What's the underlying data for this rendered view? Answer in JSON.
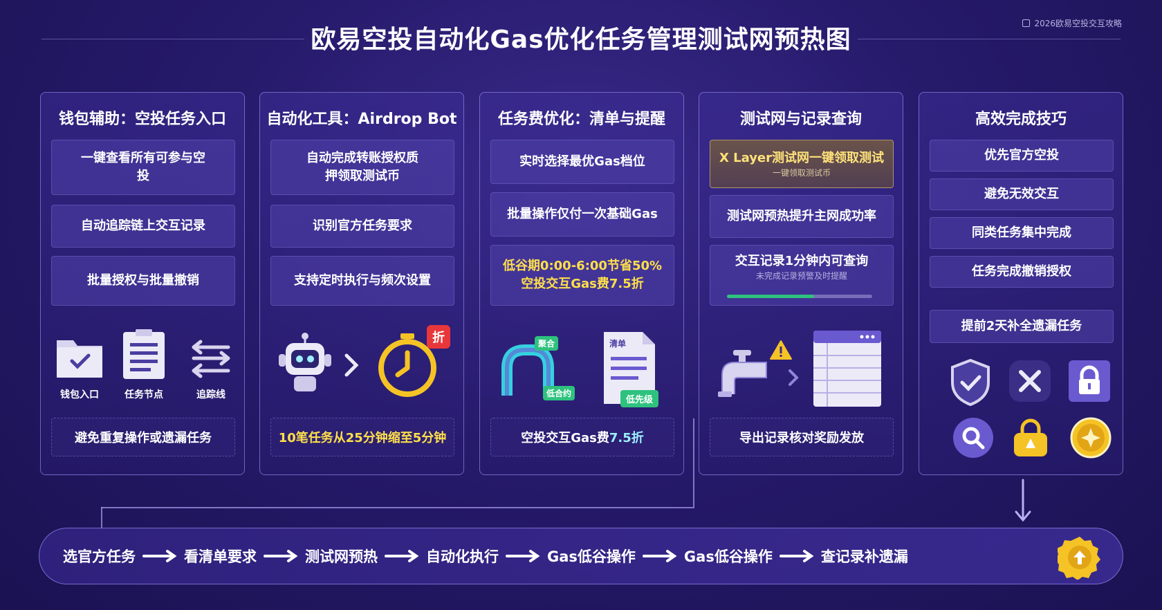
{
  "title": "欧易空投自动化Gas优化任务管理测试网预热图",
  "stamp": "2026欧易空投交互攻略",
  "panels": [
    {
      "title": "钱包辅助：空投任务入口",
      "items": [
        "一键查看所有可参与空投",
        "自动追踪链上交互记录",
        "批量授权与批量撤销"
      ],
      "icons": [
        "钱包入口",
        "任务节点",
        "追踪线"
      ],
      "footer": "避免重复操作或遗漏任务"
    },
    {
      "title": "自动化工具：Airdrop Bot",
      "items": [
        "自动完成转账授权质押领取测试币",
        "识别官方任务要求",
        "支持定时执行与频次设置"
      ],
      "badge": "折",
      "footer": "10笔任务从25分钟缩至5分钟"
    },
    {
      "title": "任务费优化：清单与提醒",
      "items": [
        "实时选择最优Gas档位",
        "批量操作仅付一次基础Gas",
        "低谷期0:00-6:00节省50%",
        "空投交互Gas费7.5折"
      ],
      "icon_tags": [
        "聚合",
        "低合约",
        "清单",
        "低先级"
      ],
      "footer_prefix": "空投交互Gas费",
      "footer_value": "7.5折"
    },
    {
      "title": "测试网与记录查询",
      "items": [
        "X Layer测试网一键领取测试",
        "测试网预热提升主网成功率",
        "交互记录1分钟内可查询"
      ],
      "gold_sub": "一键领取测试币",
      "record_sub": "未完成记录预警及时提醒",
      "progress": 0.6,
      "footer": "导出记录核对奖励发放"
    },
    {
      "title": "高效完成技巧",
      "items": [
        "优先官方空投",
        "避免无效交互",
        "同类任务集中完成",
        "任务完成撤销授权",
        "提前2天补全遗漏任务"
      ]
    }
  ],
  "flow": [
    "选官方任务",
    "看清单要求",
    "测试网预热",
    "自动化执行",
    "Gas低谷操作",
    "Gas低谷操作",
    "查记录补遗漏"
  ],
  "colors": {
    "accent_yellow": "#ffe04a",
    "accent_cyan": "#36d0e0",
    "accent_green": "#2ec27e",
    "red_badge": "#e8373a"
  }
}
